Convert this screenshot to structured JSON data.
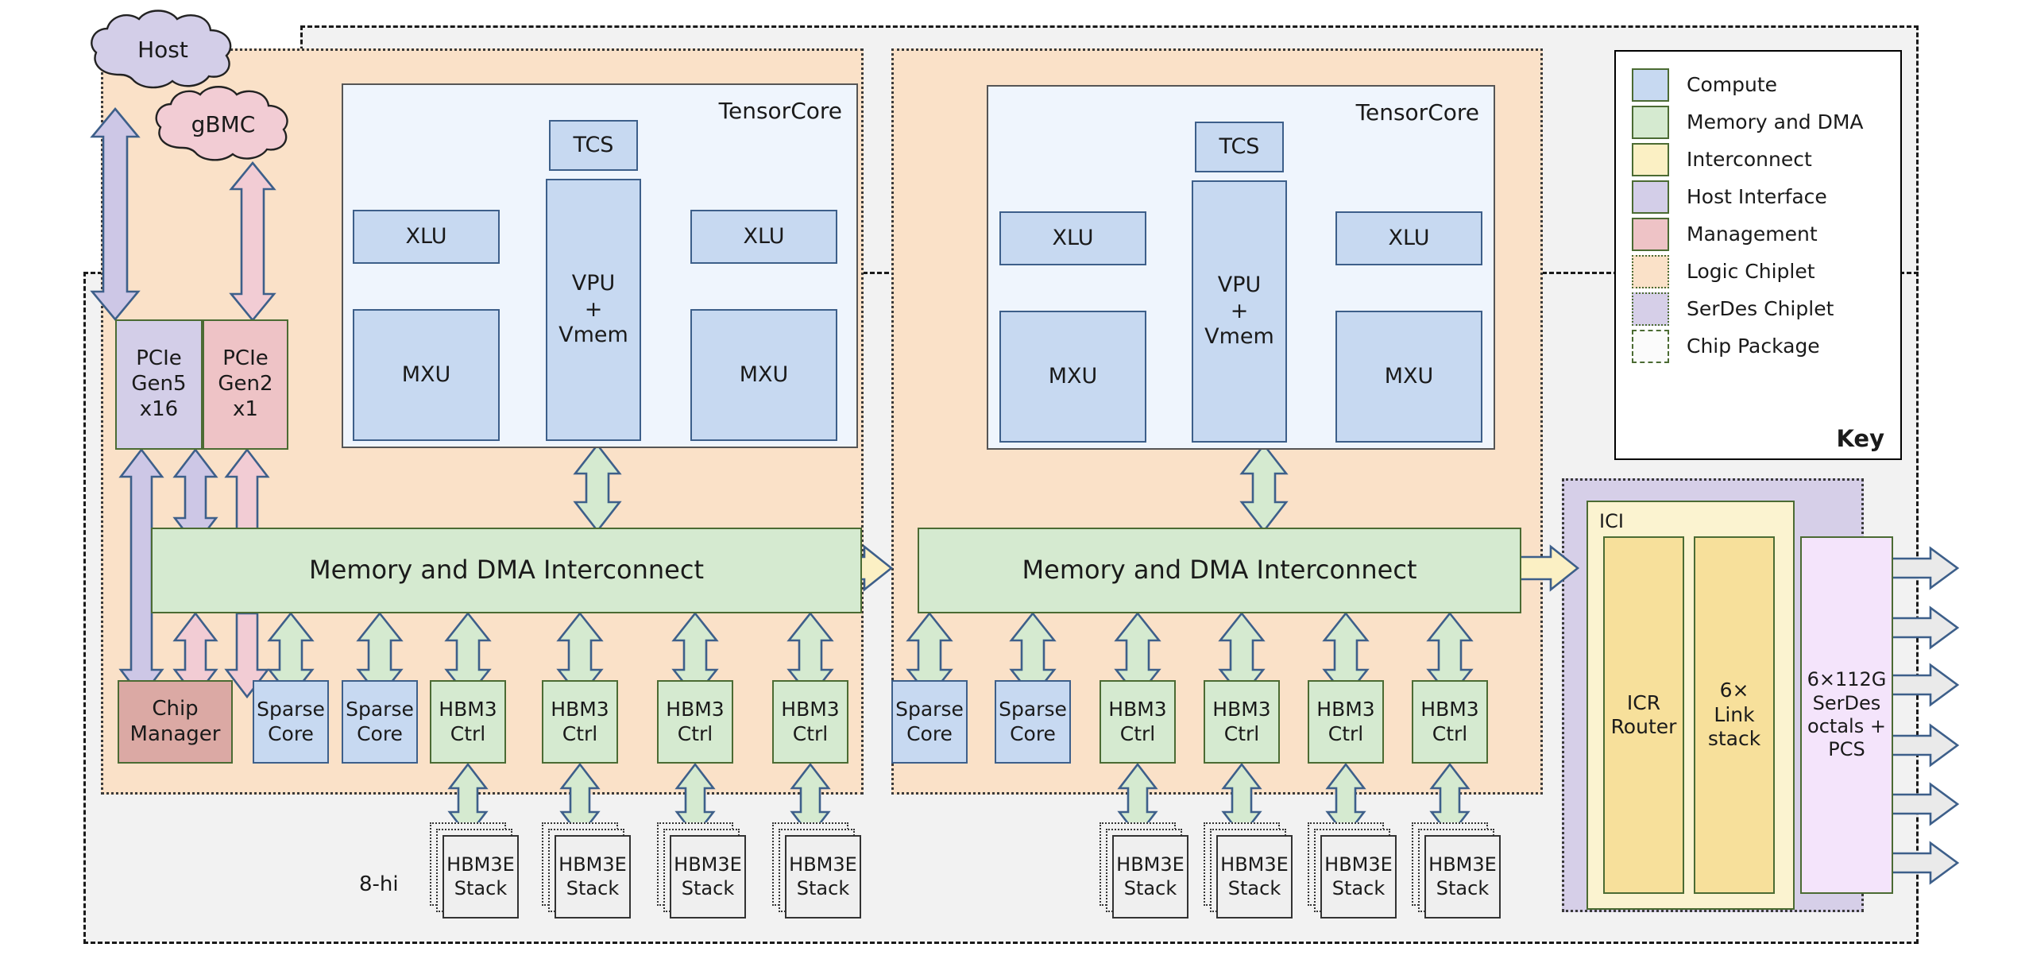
{
  "external": {
    "host": "Host",
    "gbmc": "gBMC"
  },
  "host_interface": {
    "pcie_gen5": "PCIe\nGen5\nx16",
    "pcie_gen2": "PCIe\nGen2\nx1"
  },
  "tensorcores": [
    {
      "title": "TensorCore",
      "tcs": "TCS",
      "vpu": "VPU\n+\nVmem",
      "xlu_left": "XLU",
      "xlu_right": "XLU",
      "mxu_left": "MXU",
      "mxu_right": "MXU"
    },
    {
      "title": "TensorCore",
      "tcs": "TCS",
      "vpu": "VPU\n+\nVmem",
      "xlu_left": "XLU",
      "xlu_right": "XLU",
      "mxu_left": "MXU",
      "mxu_right": "MXU"
    }
  ],
  "interconnects": [
    {
      "label": "Memory and DMA Interconnect"
    },
    {
      "label": "Memory and DMA Interconnect"
    }
  ],
  "left_chiplet_bottom": [
    {
      "label": "Chip\nManager",
      "kind": "management"
    },
    {
      "label": "Sparse\nCore",
      "kind": "compute"
    },
    {
      "label": "Sparse\nCore",
      "kind": "compute"
    },
    {
      "label": "HBM3\nCtrl",
      "kind": "memory"
    },
    {
      "label": "HBM3\nCtrl",
      "kind": "memory"
    },
    {
      "label": "HBM3\nCtrl",
      "kind": "memory"
    },
    {
      "label": "HBM3\nCtrl",
      "kind": "memory"
    }
  ],
  "right_chiplet_bottom": [
    {
      "label": "Sparse\nCore",
      "kind": "compute"
    },
    {
      "label": "Sparse\nCore",
      "kind": "compute"
    },
    {
      "label": "HBM3\nCtrl",
      "kind": "memory"
    },
    {
      "label": "HBM3\nCtrl",
      "kind": "memory"
    },
    {
      "label": "HBM3\nCtrl",
      "kind": "memory"
    },
    {
      "label": "HBM3\nCtrl",
      "kind": "memory"
    }
  ],
  "hbm_stacks": {
    "annotation": "8-hi",
    "left": [
      {
        "label": "HBM3E\nStack"
      },
      {
        "label": "HBM3E\nStack"
      },
      {
        "label": "HBM3E\nStack"
      },
      {
        "label": "HBM3E\nStack"
      }
    ],
    "right": [
      {
        "label": "HBM3E\nStack"
      },
      {
        "label": "HBM3E\nStack"
      },
      {
        "label": "HBM3E\nStack"
      },
      {
        "label": "HBM3E\nStack"
      }
    ]
  },
  "ici": {
    "title": "ICI",
    "router": "ICR\nRouter",
    "link_stack": "6×\nLink\nstack",
    "serdes": "6×112G\nSerDes\noctals +\nPCS"
  },
  "key": {
    "title": "Key",
    "items": [
      {
        "label": "Compute",
        "color": "#c7d9f1",
        "style": "solid"
      },
      {
        "label": "Memory and DMA",
        "color": "#d5ead0",
        "style": "solid"
      },
      {
        "label": "Interconnect",
        "color": "#fbf0c4",
        "style": "solid"
      },
      {
        "label": "Host Interface",
        "color": "#d3cee8",
        "style": "solid"
      },
      {
        "label": "Management",
        "color": "#eec3c6",
        "style": "solid"
      },
      {
        "label": "Logic Chiplet",
        "color": "#fae1c8",
        "style": "dotted"
      },
      {
        "label": "SerDes Chiplet",
        "color": "#d6cfe8",
        "style": "dotted"
      },
      {
        "label": "Chip Package",
        "color": "#fbfbfb",
        "style": "dashdot"
      }
    ]
  },
  "colors": {
    "compute": "#c7d9f1",
    "memory": "#d5ead0",
    "interconnect": "#fbf0c4",
    "host_interface": "#d3cee8",
    "management": "#eec3c6",
    "logic_chiplet": "#fae1c8",
    "serdes_chiplet": "#d6cfe8",
    "chip_package": "#f2f2f2",
    "arrow_stroke": "#3d5f8a"
  }
}
